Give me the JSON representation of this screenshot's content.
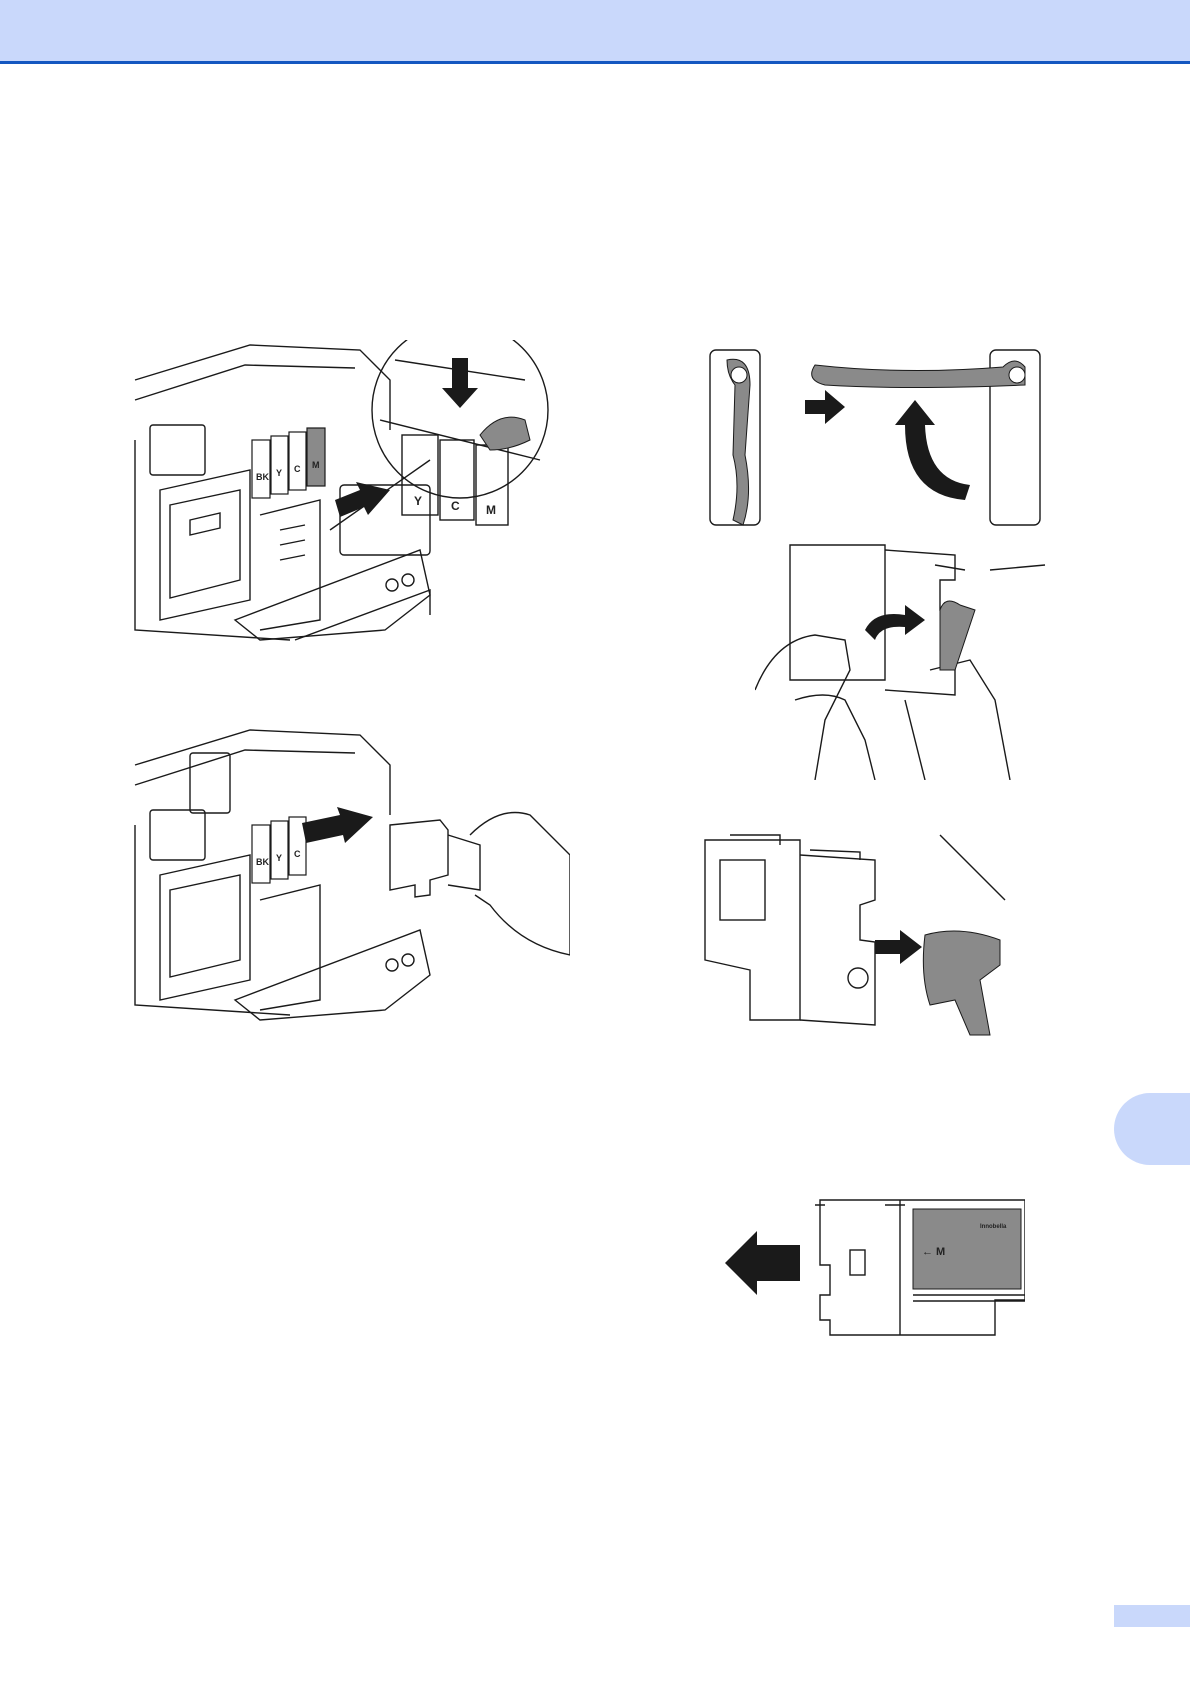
{
  "printer_remove": {
    "cartridge_labels": [
      "BK",
      "Y",
      "C",
      "M"
    ],
    "tray_labels": [
      "BK",
      "Y",
      "C",
      "M"
    ]
  },
  "printer_pull": {
    "cartridge_labels": [
      "BK",
      "Y",
      "C"
    ]
  },
  "new_cartridge": {
    "color_label": "← M",
    "brand_label": "Innobella"
  },
  "colors": {
    "header": "#c9d8fb",
    "header_rule": "#1457c0",
    "cover_gray": "#8a8a8a",
    "line": "#1a1a1a"
  }
}
